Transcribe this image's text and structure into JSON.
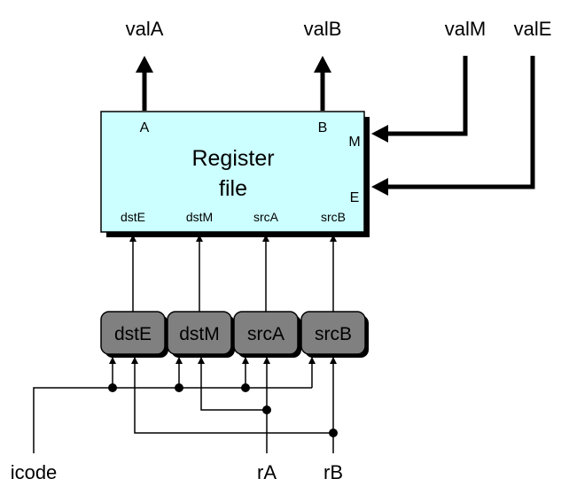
{
  "outputs": {
    "valA": "valA",
    "valB": "valB"
  },
  "inputs_top": {
    "valM": "valM",
    "valE": "valE"
  },
  "register_file": {
    "title_line1": "Register",
    "title_line2": "file",
    "port_A": "A",
    "port_B": "B",
    "port_M": "M",
    "port_E": "E",
    "pins": [
      "dstE",
      "dstM",
      "srcA",
      "srcB"
    ]
  },
  "logic_blocks": [
    "dstE",
    "dstM",
    "srcA",
    "srcB"
  ],
  "inputs_bottom": {
    "icode": "icode",
    "rA": "rA",
    "rB": "rB"
  },
  "colors": {
    "register_fill": "#ccffff",
    "block_fill": "#808080",
    "shadow": "#000000",
    "wire": "#000000"
  }
}
